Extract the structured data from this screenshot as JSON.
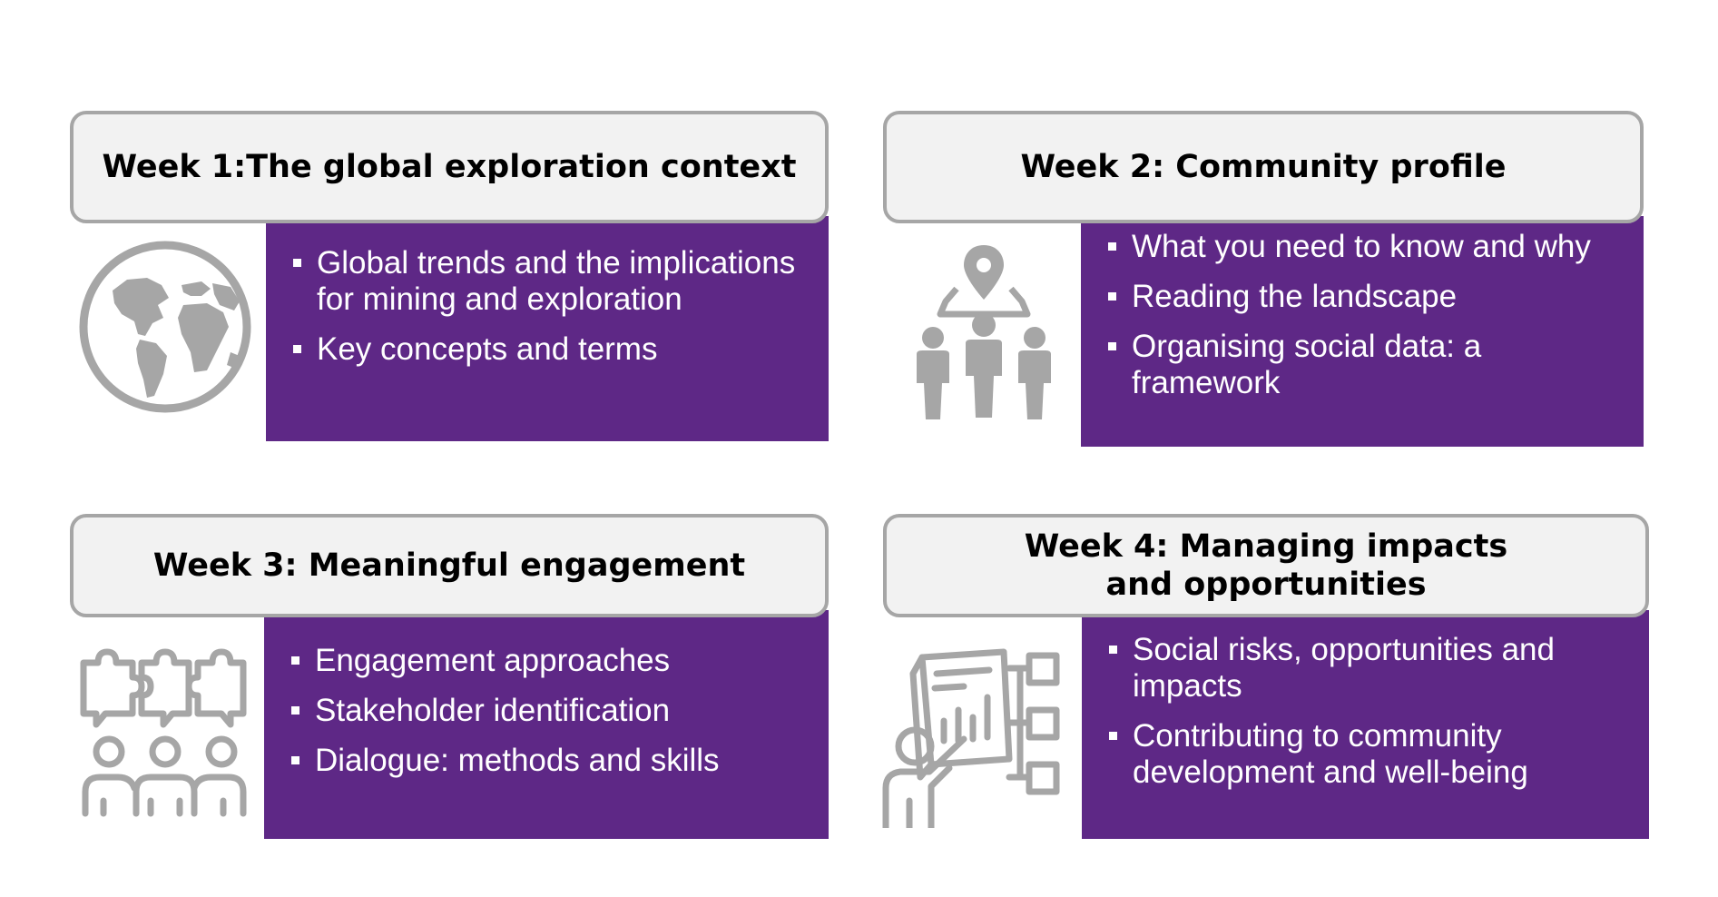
{
  "weeks": [
    {
      "title": "Week 1:The global exploration context",
      "icon": "globe-icon",
      "bullets": [
        "Global trends and the implications for mining and exploration",
        "Key concepts and terms"
      ]
    },
    {
      "title": "Week 2: Community profile",
      "icon": "community-location-icon",
      "bullets": [
        "What you need to know and why",
        "Reading the landscape",
        "Organising social data: a framework"
      ]
    },
    {
      "title": "Week 3: Meaningful engagement",
      "icon": "engagement-puzzle-icon",
      "bullets": [
        "Engagement approaches",
        "Stakeholder identification",
        "Dialogue: methods and skills"
      ]
    },
    {
      "title": "Week 4: Managing impacts\nand opportunities",
      "icon": "presentation-analysis-icon",
      "bullets": [
        "Social risks, opportunities and impacts",
        "Contributing to community development and well-being"
      ]
    }
  ],
  "colors": {
    "panel": "#5e2886",
    "header_bg": "#f2f2f2",
    "header_border": "#a6a6a6",
    "icon": "#a6a6a6"
  }
}
